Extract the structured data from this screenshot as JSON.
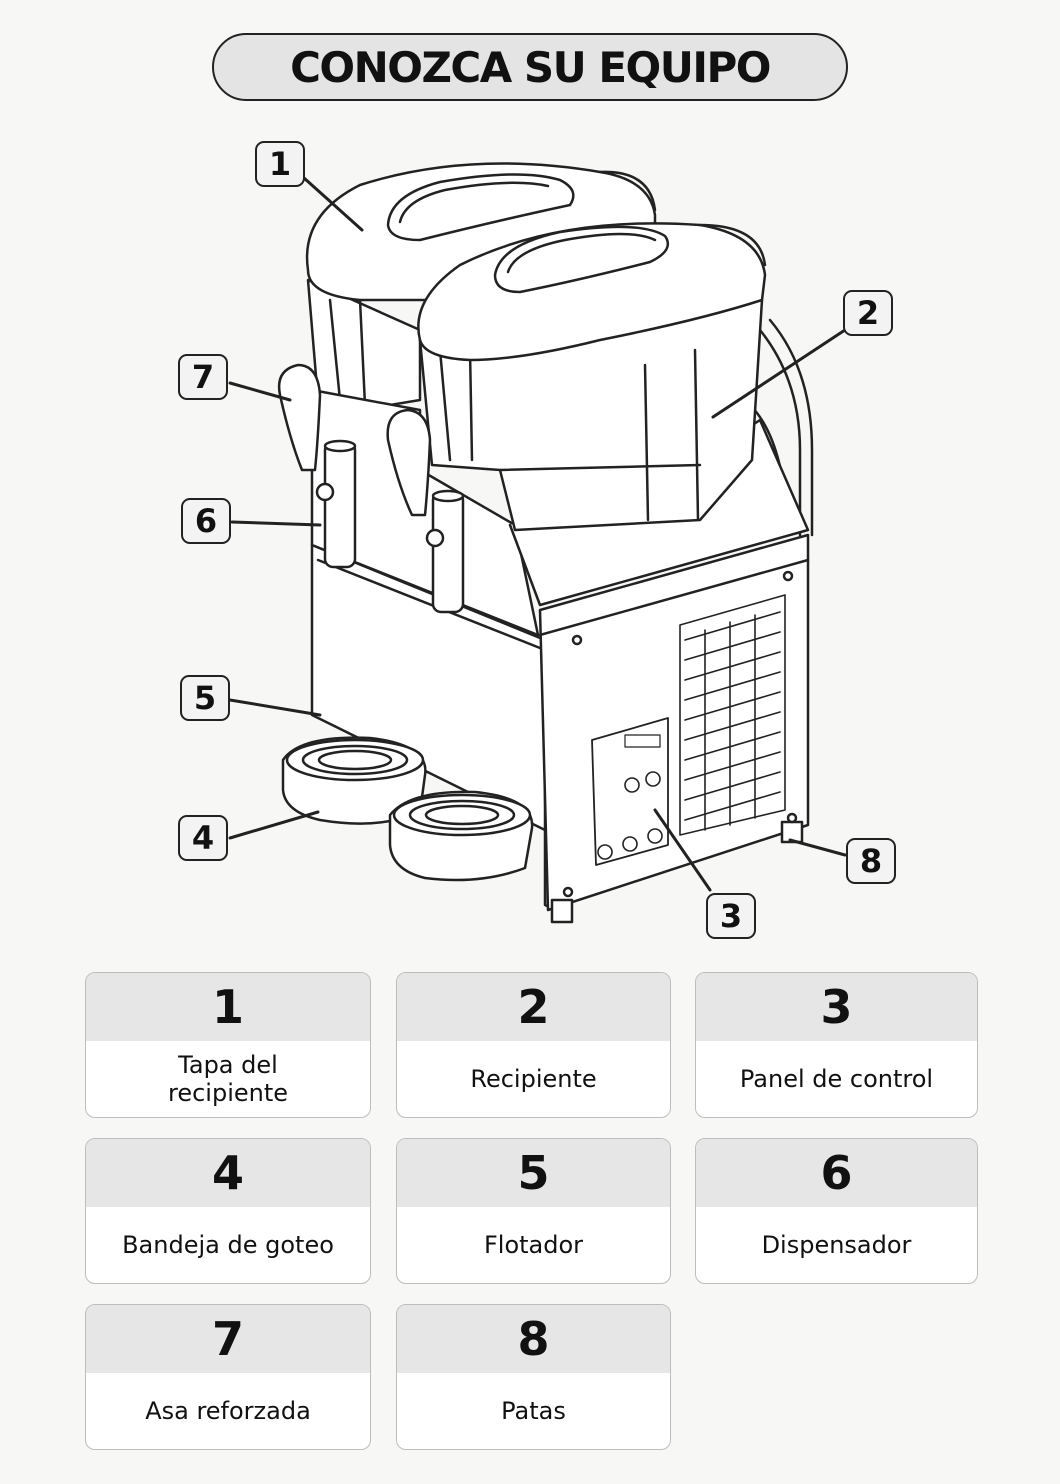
{
  "title": "CONOZCA SU EQUIPO",
  "callouts": [
    "1",
    "2",
    "3",
    "4",
    "5",
    "6",
    "7",
    "8"
  ],
  "parts": [
    {
      "number": "1",
      "label": "Tapa del recipiente"
    },
    {
      "number": "2",
      "label": "Recipiente"
    },
    {
      "number": "3",
      "label": "Panel de control"
    },
    {
      "number": "4",
      "label": "Bandeja de goteo"
    },
    {
      "number": "5",
      "label": "Flotador"
    },
    {
      "number": "6",
      "label": "Dispensador"
    },
    {
      "number": "7",
      "label": "Asa reforzada"
    },
    {
      "number": "8",
      "label": "Patas"
    }
  ],
  "colors": {
    "background": "#f7f7f5",
    "line": "#222222",
    "header_fill": "#e6e6e6"
  }
}
